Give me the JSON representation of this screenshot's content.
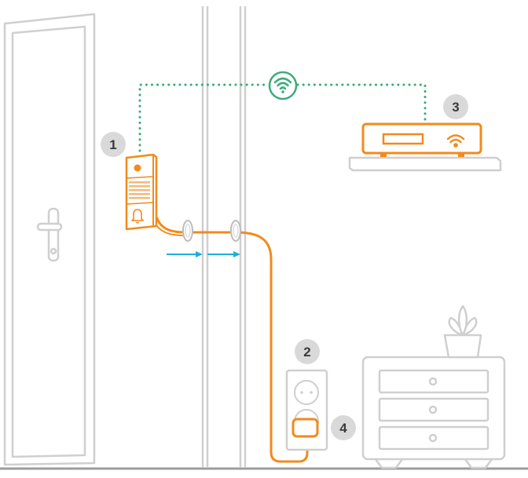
{
  "colors": {
    "accent": "#f28a1c",
    "wifi_green": "#3daa7a",
    "arrow_blue": "#1eaee0",
    "outline_gray": "#cfcfcf",
    "badge_gray": "#d9d9d9",
    "badge_text": "#3a3a3a"
  },
  "callouts": {
    "doorbell": "1",
    "socket": "2",
    "router": "3",
    "plug": "4"
  },
  "icons": {
    "wifi_link": "wifi-icon",
    "router_wifi": "wifi-icon",
    "doorbell_button": "bell-icon"
  }
}
